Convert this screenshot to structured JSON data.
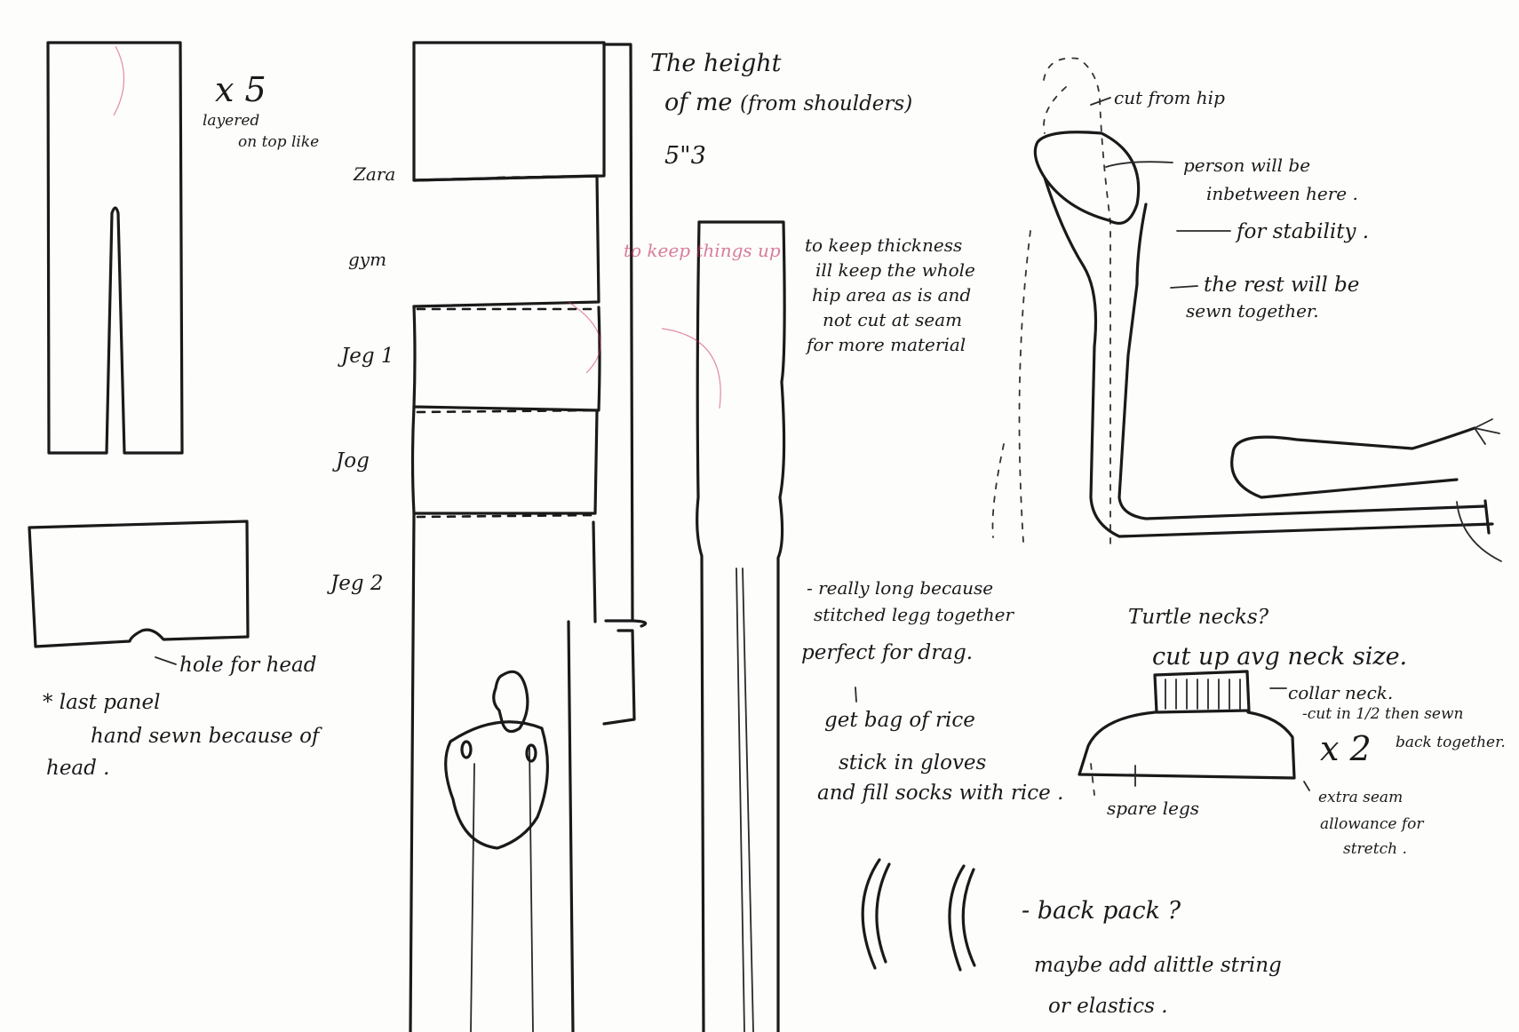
{
  "left_column": {
    "multiplier": "x 5",
    "layered_line1": "layered",
    "layered_line2": "on top like",
    "hole_label": "hole for head",
    "note_line1": "* last panel",
    "note_line2": "hand sewn because of",
    "note_line3": "head ."
  },
  "panel_labels": [
    "Zara",
    "gym",
    "Jeg 1",
    "Jog",
    "Jeg 2"
  ],
  "height_note": {
    "line1": "The height",
    "line2": "of me",
    "line2_paren": "(from shoulders)",
    "value": "5\"3"
  },
  "strip_note": {
    "faint": "to keep things up",
    "line1": "to keep thickness",
    "line2": "ill keep the whole",
    "line3": "hip area as is and",
    "line4": "not cut at seam",
    "line5": "for more material"
  },
  "middle_notes": {
    "long1": "- really long because",
    "long2": "stitched legg together",
    "drag": "perfect for drag.",
    "rice1": "get bag of rice",
    "rice2": "stick in gloves",
    "rice3": "and fill socks with rice ."
  },
  "figure_notes": {
    "cut_hip": "cut from hip",
    "person1": "person will be",
    "person2": "inbetween here .",
    "stability": "for stability .",
    "rest1": "the rest will be",
    "rest2": "sewn together."
  },
  "turtle": {
    "title": "Turtle necks?",
    "cut": "cut up avg neck size.",
    "collar": "collar neck.",
    "cut_half": "-cut in 1/2 then sewn",
    "back_together": "back together.",
    "times": "x 2",
    "spare": "spare legs",
    "extra1": "extra seam",
    "extra2": "allowance for",
    "extra3": "stretch ."
  },
  "backpack": {
    "line1": "- back pack ?",
    "line2": "maybe add alittle string",
    "line3": "or elastics ."
  }
}
